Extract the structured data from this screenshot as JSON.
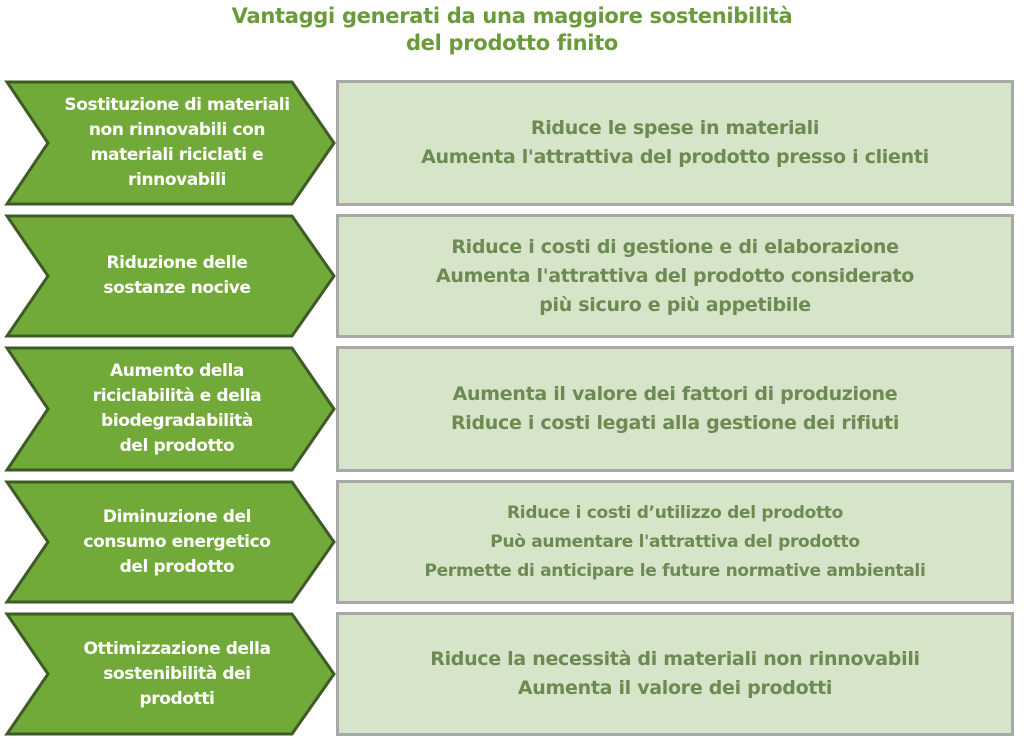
{
  "title": {
    "line1": "Vantaggi generati da una maggiore sostenibilità",
    "line2": "del prodotto finito"
  },
  "colors": {
    "chevron_fill": "#72aa3a",
    "chevron_border": "#3e5a26",
    "box_fill": "#d6e4c9",
    "box_border": "#a8a8a8",
    "title_text": "#6a9a3a",
    "box_text": "#6c8a52"
  },
  "rows": [
    {
      "cause": [
        "Sostituzione di materiali",
        "non rinnovabili con",
        "materiali riciclati e",
        "rinnovabili"
      ],
      "benefits": [
        "Riduce le spese in materiali",
        "Aumenta l'attrattiva del prodotto presso i clienti"
      ]
    },
    {
      "cause": [
        "Riduzione delle",
        "sostanze nocive"
      ],
      "benefits": [
        "Riduce i costi di gestione e di elaborazione",
        "Aumenta l'attrattiva del prodotto considerato",
        "più sicuro e più appetibile"
      ]
    },
    {
      "cause": [
        "Aumento della",
        "riciclabilità e della",
        "biodegradabilità",
        "del prodotto"
      ],
      "benefits": [
        "Aumenta il valore dei fattori di produzione",
        "Riduce i costi legati alla gestione dei rifiuti"
      ]
    },
    {
      "cause": [
        "Diminuzione del",
        "consumo energetico",
        "del prodotto"
      ],
      "benefits": [
        "Riduce i costi d’utilizzo del prodotto",
        "Può aumentare l'attrattiva del prodotto",
        "Permette di anticipare le future normative ambientali"
      ]
    },
    {
      "cause": [
        "Ottimizzazione della",
        "sostenibilità dei",
        "prodotti"
      ],
      "benefits": [
        "Riduce la necessità di materiali non rinnovabili",
        "Aumenta il valore dei prodotti"
      ]
    }
  ]
}
